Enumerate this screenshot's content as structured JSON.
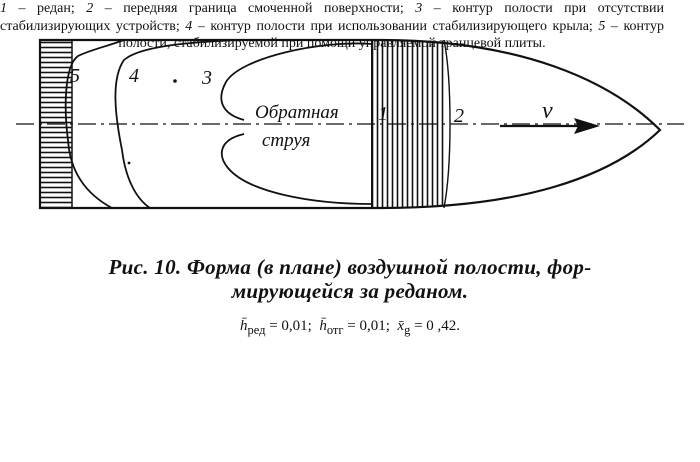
{
  "figure": {
    "labels": {
      "contour_5": "5",
      "contour_4": "4",
      "contour_3": "3",
      "step": "1",
      "front_boundary": "2",
      "velocity": "v"
    },
    "flow_label_line1": "Обратная",
    "flow_label_line2": "струя"
  },
  "caption": {
    "title_line1": "Рис. 10. Форма (в плане) воздушной полости, фор-",
    "title_line2": "мирующейся за реданом.",
    "params": {
      "h_red_symbol": "h̄",
      "h_red_sub": "ред",
      "h_red_value": "= 0,01;",
      "h_otg_symbol": "h̄",
      "h_otg_sub": "отг",
      "h_otg_value": "= 0,01;",
      "x_g_symbol": "x̄",
      "x_g_sub": "g",
      "x_g_value": "= 0 ,42."
    },
    "legend": [
      {
        "num": "1",
        "text": " – редан; "
      },
      {
        "num": "2",
        "text": " – передняя граница смоченной поверхности; "
      },
      {
        "num": "3",
        "text": " – контур полости при отсутствии стабилизирующих устройств; "
      },
      {
        "num": "4",
        "text": " – контур полости при использовании стабилизирующего крыла; "
      },
      {
        "num": "5",
        "text": " – контур полости, стабилизируемой при помощи управляемой транцевой плиты."
      }
    ]
  }
}
